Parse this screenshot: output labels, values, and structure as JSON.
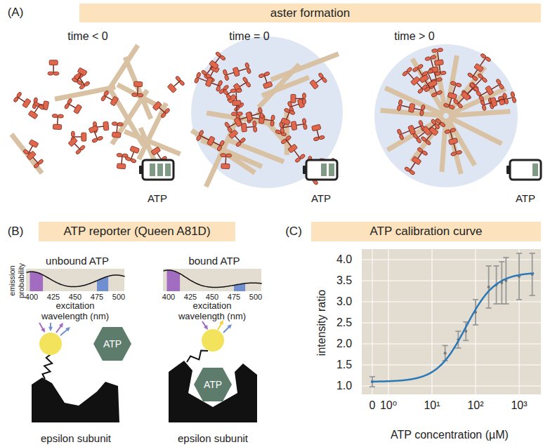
{
  "diagram": {
    "nodes": [
      {
        "text": [
          "aster formation"
        ]
      },
      {
        "text": [
          "ATP reporter (Queen A81D)"
        ]
      },
      {
        "text": [
          "ATP calibration curve"
        ]
      },
      {
        "text": [
          "ATP"
        ]
      },
      {
        "text": [
          "ATP"
        ]
      }
    ],
    "labels": [
      "(A)",
      "time < 0",
      "time = 0",
      "time > 0",
      "ATP",
      "ATP",
      "ATP",
      "(B)",
      "unbound ATP",
      "bound ATP",
      "emission probability",
      "400",
      "425",
      "450",
      "475",
      "500",
      "excitation wavelength (nm)",
      "400",
      "425",
      "450",
      "475",
      "500",
      "excitation wavelength (nm)",
      "epsilon subunit",
      "epsilon subunit",
      "(C)",
      "1.0",
      "1.5",
      "2.0",
      "2.5",
      "3.0",
      "3.5",
      "4.0",
      "0",
      "10⁰",
      "10¹",
      "10²",
      "10³",
      "intensity ratio",
      "ATP concentration (µM)"
    ]
  }
}
